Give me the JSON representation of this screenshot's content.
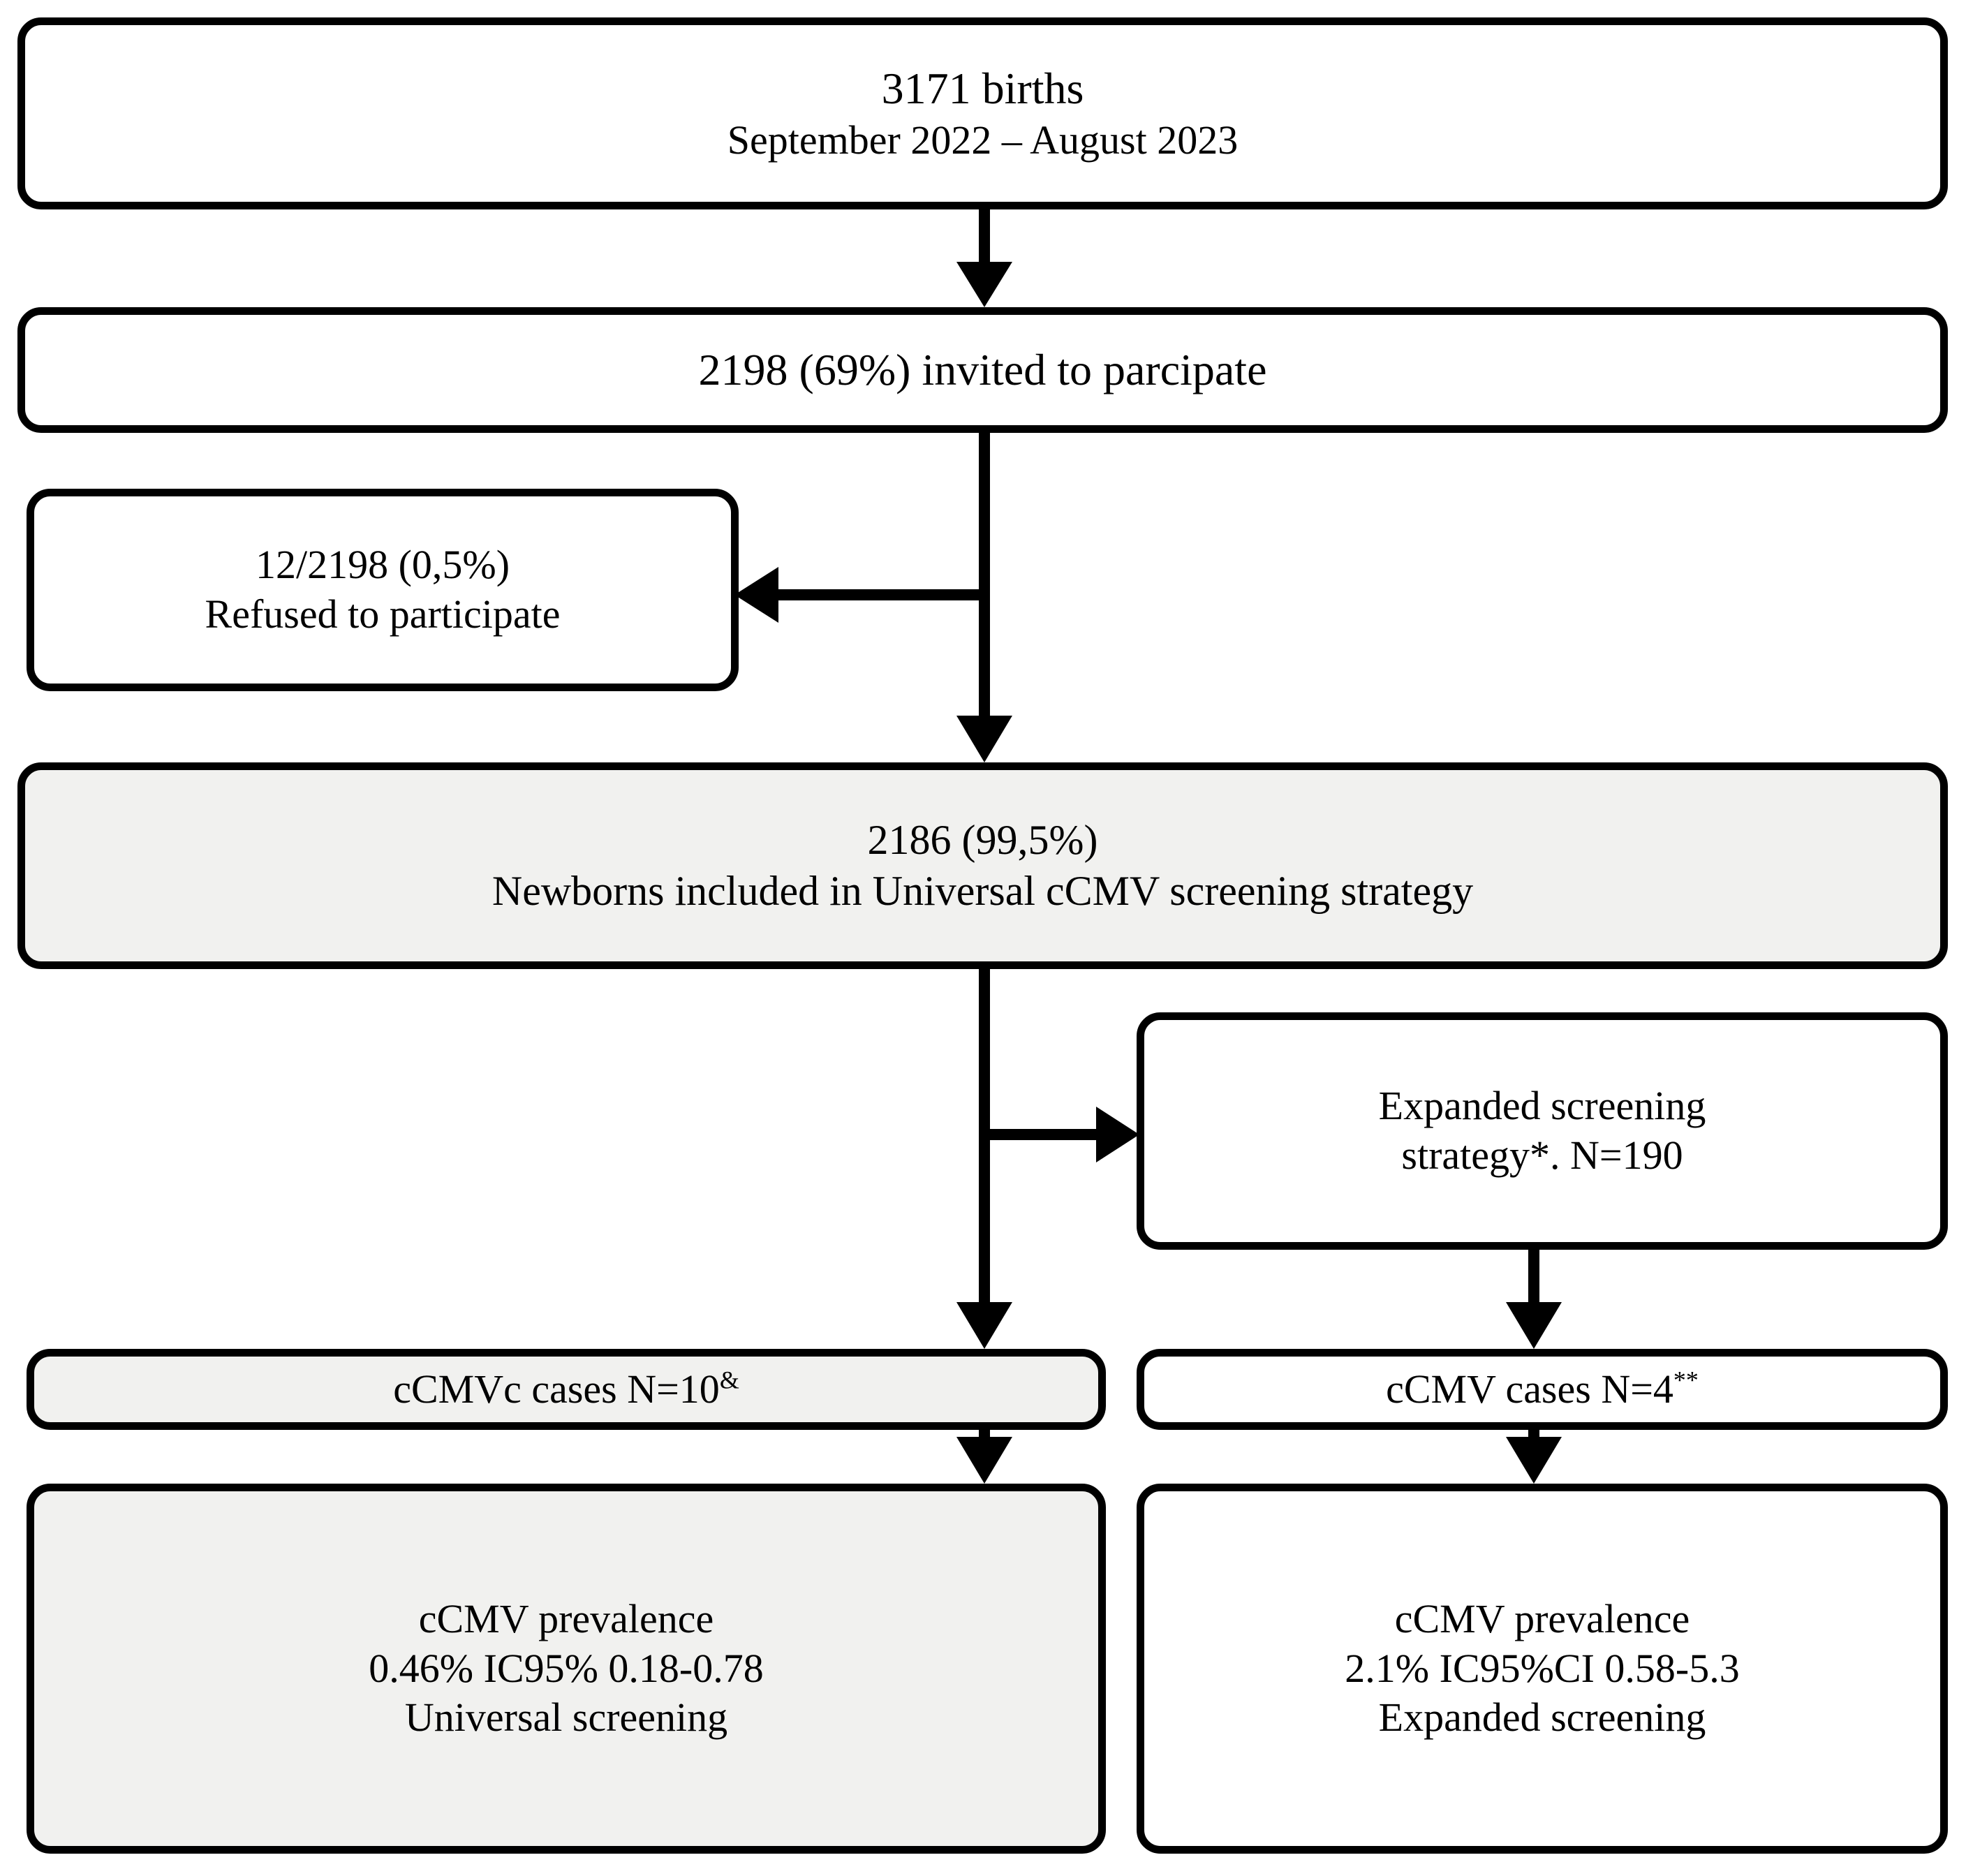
{
  "diagram": {
    "title": "cCMV newborn screening study flow diagram",
    "type": "flowchart",
    "background_color": "#ffffff",
    "line_color": "#000000",
    "shaded_fill_color": "#f1f1ef",
    "plain_fill_color": "#ffffff"
  },
  "nodes": {
    "births": {
      "line1": "3171 births",
      "line2": "September 2022 – August 2023"
    },
    "invited": {
      "line1": "2198 (69%) invited to parcipate"
    },
    "refused": {
      "line1": "12/2198 (0,5%)",
      "line2": "Refused to participate"
    },
    "included": {
      "line1": "2186 (99,5%)",
      "line2": "Newborns included in Universal cCMV screening strategy"
    },
    "expanded_strategy": {
      "line1": "Expanded screening",
      "line2": "strategy*.  N=190"
    },
    "universal_cases": {
      "text": "cCMVc cases N=10",
      "marker": "&"
    },
    "expanded_cases": {
      "text": "cCMV cases N=4",
      "marker": "**"
    },
    "universal_prevalence": {
      "line1": "cCMV prevalence",
      "line2": "0.46% IC95% 0.18-0.78",
      "line3": "Universal screening"
    },
    "expanded_prevalence": {
      "line1": "cCMV prevalence",
      "line2": "2.1% IC95%CI 0.58-5.3",
      "line3": "Expanded screening"
    }
  },
  "connectors": [
    {
      "name": "births-to-invited",
      "direction": "down"
    },
    {
      "name": "invited-to-refused",
      "direction": "left"
    },
    {
      "name": "invited-to-included",
      "direction": "down"
    },
    {
      "name": "included-to-expanded-strategy",
      "direction": "right"
    },
    {
      "name": "included-to-universal-cases",
      "direction": "down"
    },
    {
      "name": "expanded-strategy-to-expanded-cases",
      "direction": "down"
    },
    {
      "name": "universal-cases-to-universal-prevalence",
      "direction": "down"
    },
    {
      "name": "expanded-cases-to-expanded-prevalence",
      "direction": "down"
    }
  ]
}
